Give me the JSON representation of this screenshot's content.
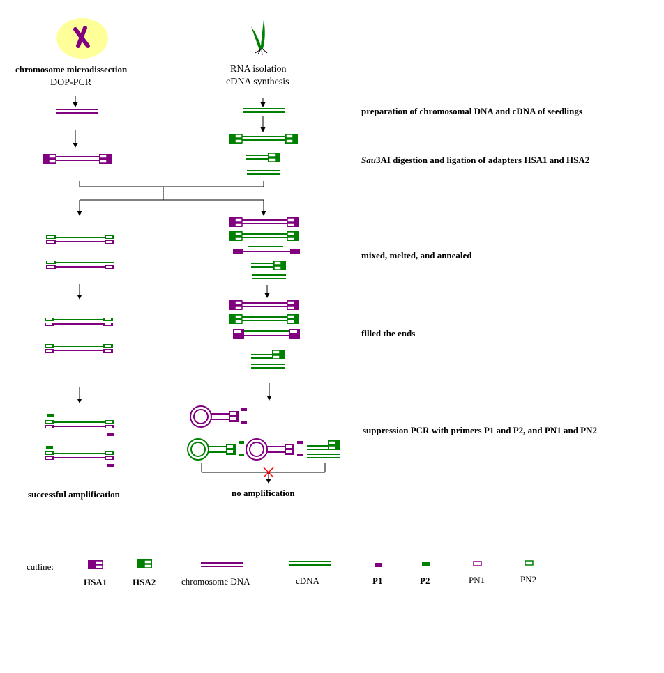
{
  "colors": {
    "chromosome": "#800080",
    "cdna": "#008000",
    "nucleus": "#ffff99",
    "block": "#ff0000",
    "arrow": "#000000"
  },
  "sources": {
    "left": {
      "line1": "chromosome microdissection",
      "line2": "DOP-PCR"
    },
    "right": {
      "line1": "RNA isolation",
      "line2": "cDNA synthesis"
    }
  },
  "steps": {
    "prep": "preparation of chromosomal DNA and cDNA of seedlings",
    "digestion_italic": "Sau",
    "digestion_rest": "3AI digestion and ligation of adapters HSA1 and HSA2",
    "mixed": "mixed, melted, and annealed",
    "filled": "filled the ends",
    "suppression": "suppression PCR with primers P1 and P2, and PN1 and PN2"
  },
  "results": {
    "left": "successful amplification",
    "right": "no amplification"
  },
  "legend": {
    "title": "cutline:",
    "items": [
      {
        "label": "HSA1",
        "icon": "adapter-hsa1-icon"
      },
      {
        "label": "HSA2",
        "icon": "adapter-hsa2-icon"
      },
      {
        "label": "chromosome DNA",
        "icon": "chromosome-dna-icon"
      },
      {
        "label": "cDNA",
        "icon": "cdna-icon"
      },
      {
        "label": "P1",
        "icon": "primer-p1-icon"
      },
      {
        "label": "P2",
        "icon": "primer-p2-icon"
      },
      {
        "label": "PN1",
        "icon": "primer-pn1-icon"
      },
      {
        "label": "PN2",
        "icon": "primer-pn2-icon"
      }
    ]
  }
}
